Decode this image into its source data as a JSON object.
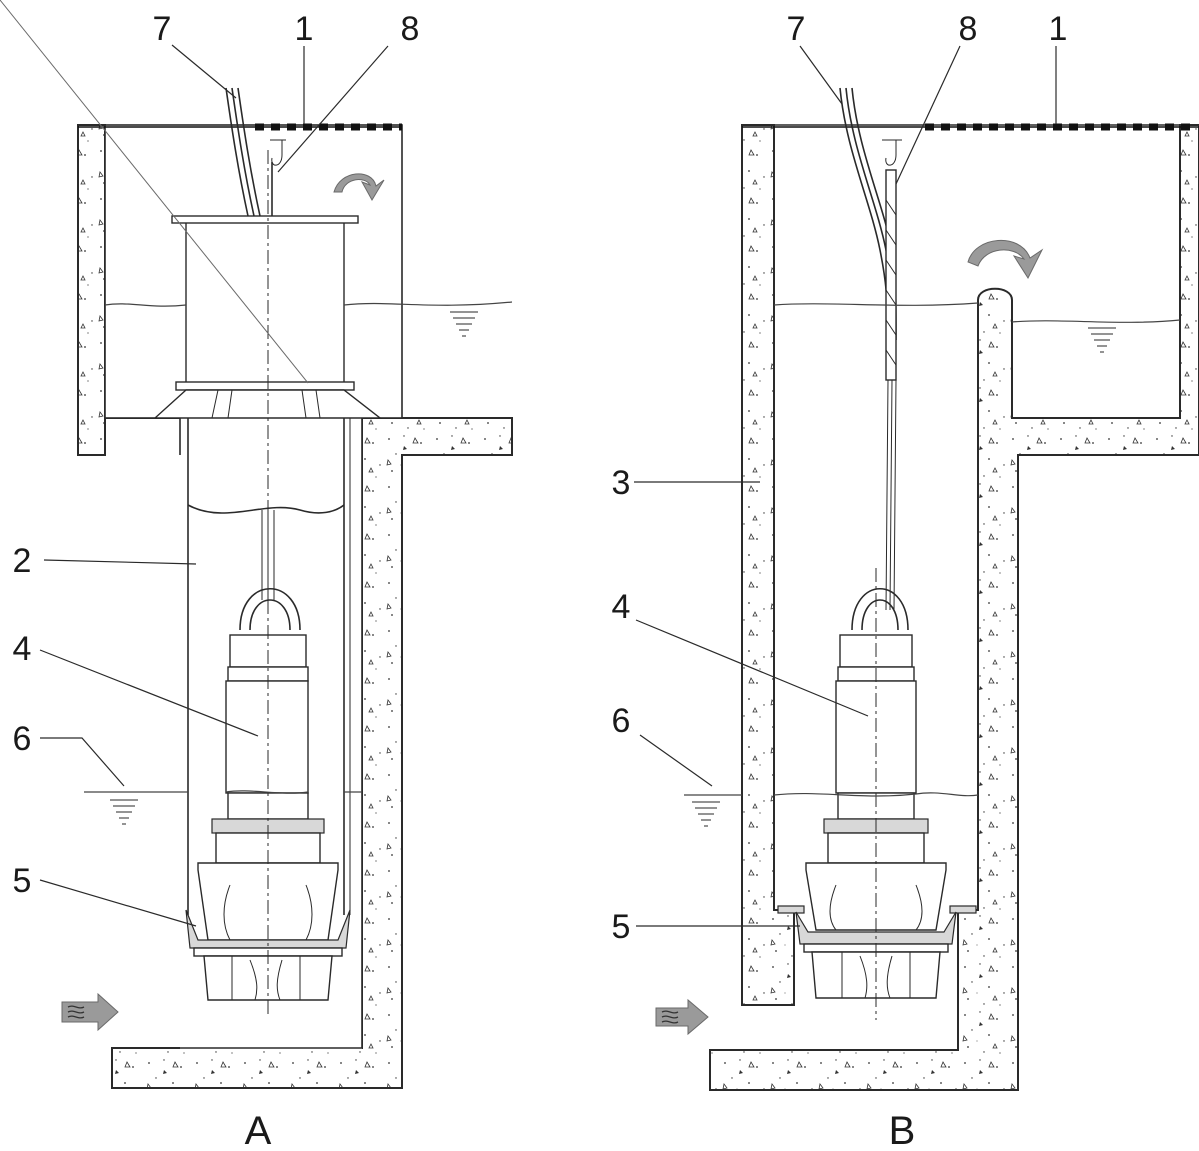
{
  "diagram_a": {
    "caption": "A",
    "labels": {
      "cable": "7",
      "cover": "1",
      "lifting_chain": "8",
      "discharge_tube": "2",
      "pump": "4",
      "water_level": "6",
      "seat_ring": "5"
    }
  },
  "diagram_b": {
    "caption": "B",
    "labels": {
      "cable": "7",
      "lifting_chain": "8",
      "cover": "1",
      "concrete_shaft": "3",
      "pump": "4",
      "water_level": "6",
      "seat_ring": "5"
    }
  },
  "icons": {
    "inflow": "inflow-arrow-icon",
    "outflow": "outflow-curved-arrow-icon",
    "water_surface": "water-level-symbol-icon"
  },
  "colors": {
    "line": "#2a2a2a",
    "arrow": "#9a9a9a"
  }
}
